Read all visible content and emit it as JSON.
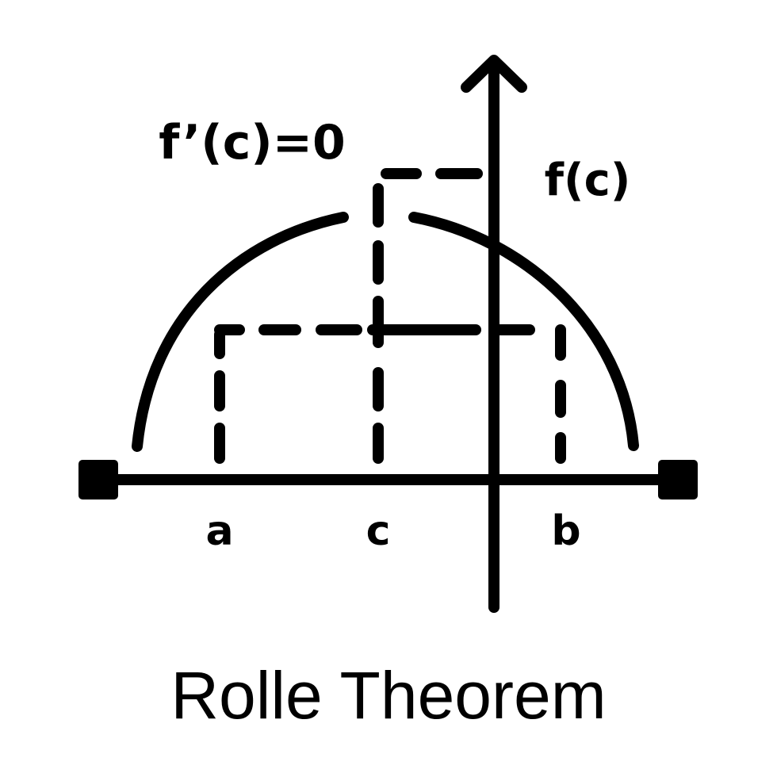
{
  "icon": {
    "name": "rolle-theorem-icon",
    "stroke_color": "#000000",
    "background_color": "#ffffff"
  },
  "labels": {
    "derivative": "f’(c)=0",
    "function_value": "f(c)",
    "point_a": "a",
    "point_c": "c",
    "point_b": "b"
  },
  "caption": "Rolle Theorem"
}
